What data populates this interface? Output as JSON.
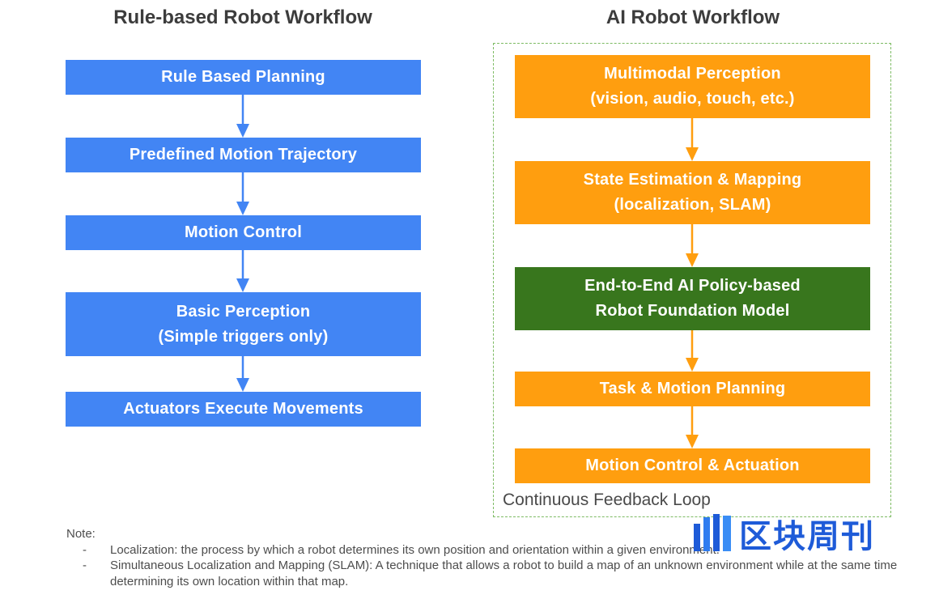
{
  "left": {
    "title": "Rule-based Robot Workflow",
    "steps": [
      {
        "lines": [
          "Rule Based Planning"
        ]
      },
      {
        "lines": [
          "Predefined Motion Trajectory"
        ]
      },
      {
        "lines": [
          "Motion Control"
        ]
      },
      {
        "lines": [
          "Basic Perception",
          "(Simple triggers only)"
        ]
      },
      {
        "lines": [
          "Actuators Execute Movements"
        ]
      }
    ]
  },
  "right": {
    "title": "AI Robot Workflow",
    "steps": [
      {
        "lines": [
          "Multimodal Perception",
          "(vision, audio, touch, etc.)"
        ]
      },
      {
        "lines": [
          "State Estimation & Mapping",
          "(localization, SLAM)"
        ]
      },
      {
        "lines": [
          "End-to-End AI Policy-based",
          "Robot Foundation Model"
        ]
      },
      {
        "lines": [
          "Task & Motion Planning"
        ]
      },
      {
        "lines": [
          "Motion Control & Actuation"
        ]
      }
    ],
    "loop_label": "Continuous Feedback Loop"
  },
  "note": {
    "title": "Note:",
    "items": [
      {
        "bullet": "-",
        "text": "Localization: the process by which a robot determines its own position and orientation within a given environment."
      },
      {
        "bullet": "-",
        "text": "Simultaneous Localization and Mapping (SLAM): A technique that allows a robot to build a map of an unknown environment while at the same time determining its own location within that map."
      }
    ]
  },
  "watermark": {
    "text": "区块周刊",
    "icon": "blockchain-weekly-logo-icon"
  },
  "colors": {
    "blue": "#4285f4",
    "orange": "#ff9e0f",
    "green": "#38761d",
    "loop_border": "#7dbb63"
  }
}
